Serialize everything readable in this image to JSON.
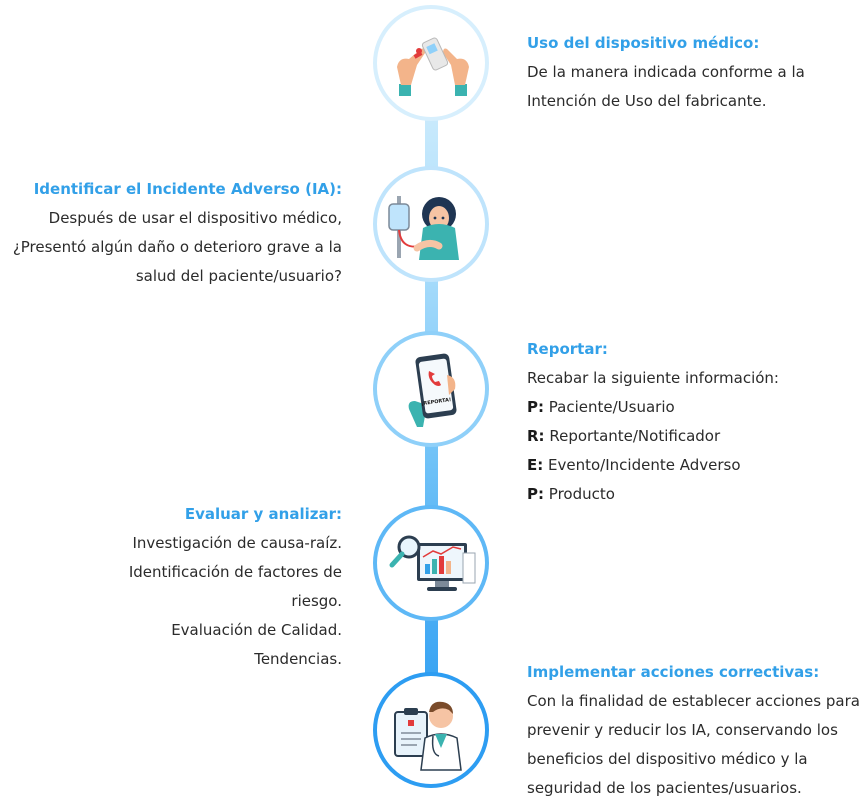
{
  "steps": [
    {
      "title": "Uso del dispositivo médico:",
      "lines": [
        "De la manera indicada conforme a la",
        "Intención de Uso del fabricante."
      ],
      "icon": "hands-glucometer-icon"
    },
    {
      "title": "Identificar el Incidente Adverso (IA):",
      "lines": [
        "Después de usar el dispositivo médico,",
        "¿Presentó algún daño o deterioro grave a la",
        "salud del paciente/usuario?"
      ],
      "icon": "patient-iv-icon"
    },
    {
      "title": "Reportar:",
      "lines": [
        "Recabar la siguiente información:"
      ],
      "items": [
        {
          "key": "P:",
          "text": "Paciente/Usuario"
        },
        {
          "key": "R:",
          "text": "Reportante/Notificador"
        },
        {
          "key": "E:",
          "text": "Evento/Incidente Adverso"
        },
        {
          "key": "P:",
          "text": "Producto"
        }
      ],
      "icon": "phone-report-icon",
      "icon_text": "¡REPORTA!"
    },
    {
      "title": "Evaluar y analizar:",
      "lines": [
        "Investigación de causa-raíz.",
        "Identificación de factores de",
        "riesgo.",
        "Evaluación de Calidad.",
        "Tendencias."
      ],
      "icon": "analysis-monitor-icon"
    },
    {
      "title": "Implementar acciones correctivas:",
      "lines": [
        "Con la finalidad de establecer acciones para",
        "prevenir y reducir los IA, conservando los",
        "beneficios del dispositivo médico y la",
        "seguridad de los pacientes/usuarios."
      ],
      "icon": "doctor-clipboard-icon"
    }
  ],
  "colors": {
    "title": "#32a0e8",
    "circle_borders": [
      "#d7effd",
      "#bfe4fc",
      "#8fd0f9",
      "#5eb8f6",
      "#2d9df2"
    ],
    "spine_top": "#d3eefd",
    "spine_bottom": "#2d9df2"
  }
}
